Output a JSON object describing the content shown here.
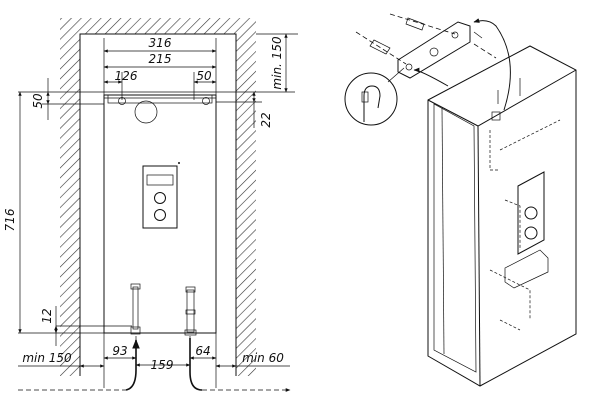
{
  "dimensions": {
    "width_316": "316",
    "width_215": "215",
    "offset_126": "126",
    "offset_50_top": "50",
    "min_150_top": "min. 150",
    "height_50_left": "50",
    "height_22": "22",
    "height_716": "716",
    "height_12": "12",
    "min_150_bottom": "min 150",
    "dist_93": "93",
    "dist_159": "159",
    "dist_64": "64",
    "min_60": "min 60"
  }
}
